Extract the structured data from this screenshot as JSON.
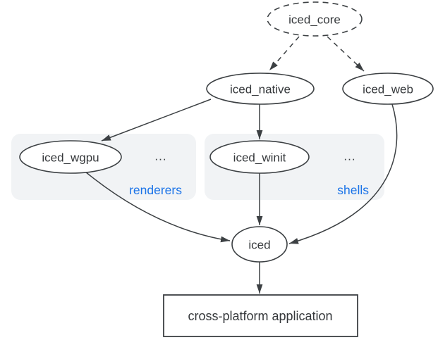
{
  "diagram": {
    "nodes": {
      "iced_core": {
        "label": "iced_core",
        "shape": "ellipse",
        "border": "dashed"
      },
      "iced_native": {
        "label": "iced_native",
        "shape": "ellipse",
        "border": "solid"
      },
      "iced_web": {
        "label": "iced_web",
        "shape": "ellipse",
        "border": "solid"
      },
      "iced_wgpu": {
        "label": "iced_wgpu",
        "shape": "ellipse",
        "border": "solid",
        "group": "renderers"
      },
      "iced_winit": {
        "label": "iced_winit",
        "shape": "ellipse",
        "border": "solid",
        "group": "shells"
      },
      "iced": {
        "label": "iced",
        "shape": "ellipse",
        "border": "solid"
      },
      "application": {
        "label": "cross-platform application",
        "shape": "rect",
        "border": "solid"
      }
    },
    "groups": {
      "renderers": {
        "label": "renderers",
        "more": "..."
      },
      "shells": {
        "label": "shells",
        "more": "..."
      }
    },
    "edges": [
      {
        "from": "iced_core",
        "to": "iced_native",
        "style": "dashed"
      },
      {
        "from": "iced_core",
        "to": "iced_web",
        "style": "dashed"
      },
      {
        "from": "iced_native",
        "to": "iced_wgpu",
        "style": "solid"
      },
      {
        "from": "iced_native",
        "to": "iced_winit",
        "style": "solid"
      },
      {
        "from": "iced_wgpu",
        "to": "iced",
        "style": "solid"
      },
      {
        "from": "iced_winit",
        "to": "iced",
        "style": "solid"
      },
      {
        "from": "iced_web",
        "to": "iced",
        "style": "solid"
      },
      {
        "from": "iced",
        "to": "application",
        "style": "solid"
      }
    ],
    "colors": {
      "background": "#ffffff",
      "node_fill": "#ffffff",
      "stroke": "#3c4043",
      "text": "#35383b",
      "group_fill": "#f1f3f5",
      "group_label": "#1a73e8"
    }
  }
}
